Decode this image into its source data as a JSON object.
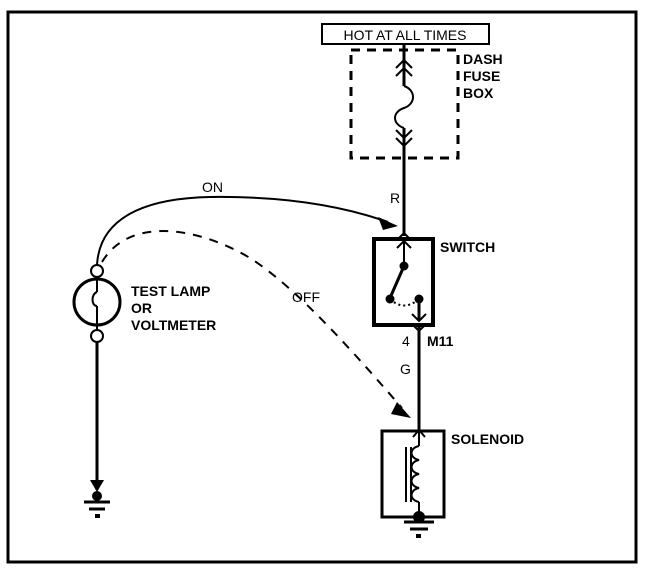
{
  "diagram": {
    "type": "wiring-schematic",
    "colors": {
      "ink": "#000000",
      "paper": "#ffffff"
    },
    "labels": {
      "power_source": "HOT AT ALL TIMES",
      "fuse_box_line1": "DASH",
      "fuse_box_line2": "FUSE",
      "fuse_box_line3": "BOX",
      "wire_color_top": "R",
      "switch": "SWITCH",
      "connector_pin": "4",
      "connector_id": "M11",
      "wire_color_bottom": "G",
      "solenoid": "SOLENOID",
      "tester_line1": "TEST LAMP",
      "tester_line2": "OR",
      "tester_line3": "VOLTMETER",
      "probe_on": "ON",
      "probe_off": "OFF"
    },
    "components": [
      {
        "id": "fuse",
        "name": "Dash Fuse Box",
        "icon": "fuse-icon"
      },
      {
        "id": "switch",
        "name": "Switch",
        "icon": "switch-icon",
        "state": "open"
      },
      {
        "id": "connector",
        "name": "M11",
        "pin": "4"
      },
      {
        "id": "solenoid",
        "name": "Solenoid",
        "icon": "coil-icon"
      },
      {
        "id": "tester",
        "name": "Test Lamp or Voltmeter",
        "icon": "test-lamp-icon"
      },
      {
        "id": "ground1",
        "name": "Ground",
        "icon": "ground-icon"
      },
      {
        "id": "ground2",
        "name": "Ground",
        "icon": "ground-icon"
      }
    ]
  }
}
